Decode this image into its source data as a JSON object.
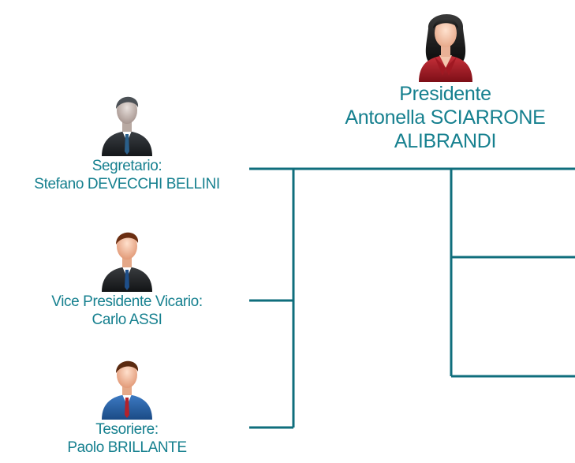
{
  "president": {
    "role": "Presidente",
    "name_line1": "Antonella SCIARRONE",
    "name_line2": "ALIBRANDI",
    "icon": "woman-avatar-icon"
  },
  "members": [
    {
      "role": "Segretario:",
      "name": "Stefano DEVECCHI BELLINI",
      "icon": "man-suit-avatar-icon"
    },
    {
      "role": "Vice Presidente Vicario:",
      "name": "Carlo ASSI",
      "icon": "man-suit-avatar-icon"
    },
    {
      "role": "Tesoriere:",
      "name": "Paolo BRILLANTE",
      "icon": "man-tie-avatar-icon"
    }
  ],
  "colors": {
    "text": "#16808f",
    "lines": "#0f6e7c"
  }
}
